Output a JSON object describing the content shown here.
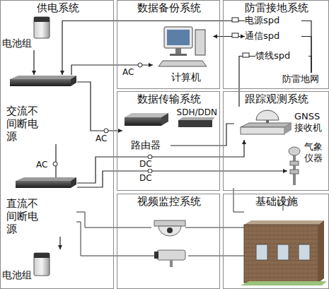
{
  "diagram": {
    "nodes": [
      {
        "text": [
          "供电系统"
        ]
      },
      {
        "text": [
          "电池组"
        ],
        "in": 0
      },
      {
        "text": [
          "交流不间断电源"
        ],
        "in": 0
      },
      {
        "text": [
          "直流不间断电源"
        ],
        "in": 0
      },
      {
        "text": [
          "电池组"
        ],
        "in": 0
      },
      {
        "text": [
          "数据备份系统"
        ]
      },
      {
        "text": [
          "计算机"
        ],
        "in": 5
      },
      {
        "text": [
          "防雷接地系统"
        ]
      },
      {
        "text": [
          "电源spd"
        ],
        "in": 7
      },
      {
        "text": [
          "通信spd"
        ],
        "in": 7
      },
      {
        "text": [
          "馈线spd"
        ],
        "in": 7
      },
      {
        "text": [
          "防雷地网"
        ],
        "in": 7
      },
      {
        "text": [
          "数据传输系统"
        ]
      },
      {
        "text": [
          "SDH/DDN"
        ],
        "in": 12
      },
      {
        "text": [
          "路由器"
        ],
        "in": 12
      },
      {
        "text": [
          "跟踪观测系统"
        ]
      },
      {
        "text": [
          "GNSS接收机"
        ],
        "in": 15
      },
      {
        "text": [
          "气象仪器"
        ],
        "in": 15
      },
      {
        "text": [
          "视频监控系统"
        ]
      },
      {
        "text": [
          "基础设施"
        ]
      }
    ],
    "edges": [
      {
        "from": 1,
        "to": 2,
        "arrow": "to"
      },
      {
        "from": 2,
        "to": 6,
        "arrow": "to",
        "label": "AC"
      },
      {
        "from": 2,
        "to": 14,
        "arrow": "to",
        "label": "AC"
      },
      {
        "from": 2,
        "to": 3,
        "arrow": "none",
        "label": "AC"
      },
      {
        "from": 3,
        "to": 4,
        "arrow": "to"
      },
      {
        "from": 3,
        "to": 16,
        "arrow": "to",
        "label": "DC"
      },
      {
        "from": 3,
        "to": 17,
        "arrow": "to",
        "label": "DC"
      },
      {
        "from": 8,
        "to": 2,
        "arrow": "to"
      },
      {
        "from": 9,
        "to": 6,
        "arrow": "both"
      },
      {
        "from": 10,
        "to": 16,
        "arrow": "none"
      },
      {
        "from": 8,
        "to": 11,
        "arrow": "none"
      },
      {
        "from": 9,
        "to": 11,
        "arrow": "none"
      },
      {
        "from": 10,
        "to": 11,
        "arrow": "none"
      },
      {
        "from": 14,
        "to": 16,
        "arrow": "none"
      }
    ]
  }
}
